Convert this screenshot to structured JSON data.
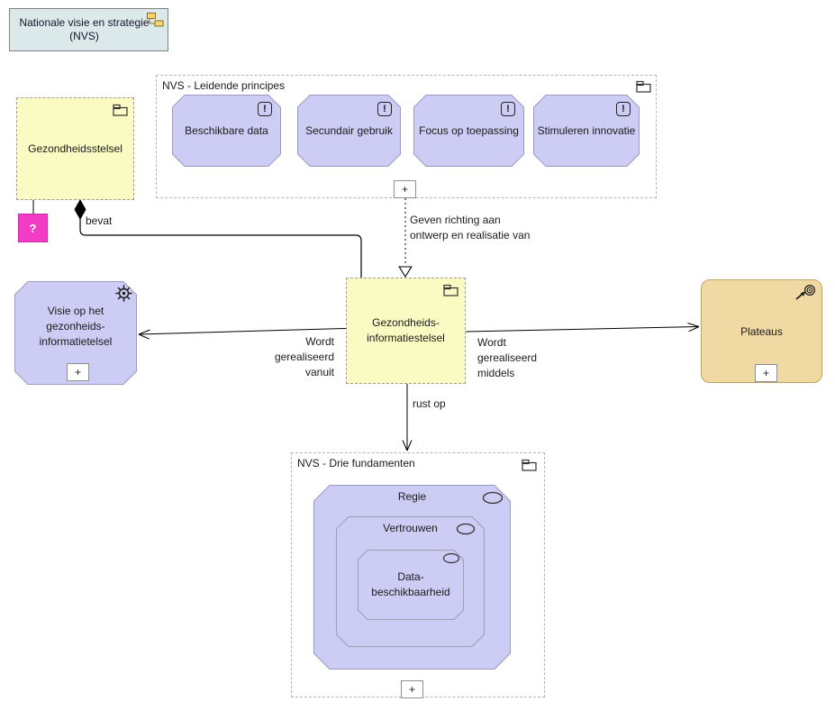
{
  "view_reference": {
    "label": "Nationale visie en strategie (NVS)"
  },
  "elements": {
    "gezondheidsstelsel": {
      "label": "Gezondheidsstelsel"
    },
    "unknown_element": {
      "label": "?"
    },
    "gezondheidsinformatiestelsel": {
      "lines": [
        "Gezondheids-",
        "informatiestelsel"
      ]
    },
    "visie": {
      "lines": [
        "Visie op het",
        "gezonheids-",
        "informatietelsel"
      ],
      "expand": "+"
    },
    "plateaus": {
      "label": "Plateaus",
      "expand": "+"
    }
  },
  "groups": {
    "leidende_principes": {
      "title": "NVS - Leidende principes",
      "expand": "+",
      "principle_icon": "!",
      "principles": [
        {
          "label": "Beschikbare data"
        },
        {
          "label": "Secundair gebruik"
        },
        {
          "label": "Focus op toepassing"
        },
        {
          "label": "Stimuleren innovatie"
        }
      ]
    },
    "drie_fundamenten": {
      "title": "NVS - Drie fundamenten",
      "expand": "+",
      "values": {
        "regie": {
          "label": "Regie"
        },
        "vertrouwen": {
          "label": "Vertrouwen"
        },
        "data_beschikbaarheid": {
          "lines": [
            "Data-",
            "beschikbaarheid"
          ]
        }
      }
    }
  },
  "relations": {
    "bevat": {
      "label": "bevat"
    },
    "geven_richting": {
      "lines": [
        "Geven richting aan",
        "ontwerp en realisatie van"
      ]
    },
    "wordt_gerealiseerd_vanuit": {
      "lines": [
        "Wordt",
        "gerealiseerd",
        "vanuit"
      ]
    },
    "wordt_gerealiseerd_middels": {
      "lines": [
        "Wordt",
        "gerealiseerd",
        "middels"
      ]
    },
    "rust_op": {
      "label": "rust op"
    }
  },
  "colors": {
    "grouping_yellow": "#FAFAC3",
    "motivation_lavender": "#CCCCF4",
    "plateau_tan": "#F0D9A3",
    "unknown_pink": "#F23CC6",
    "view_reference_bg": "#DCE9EB"
  }
}
